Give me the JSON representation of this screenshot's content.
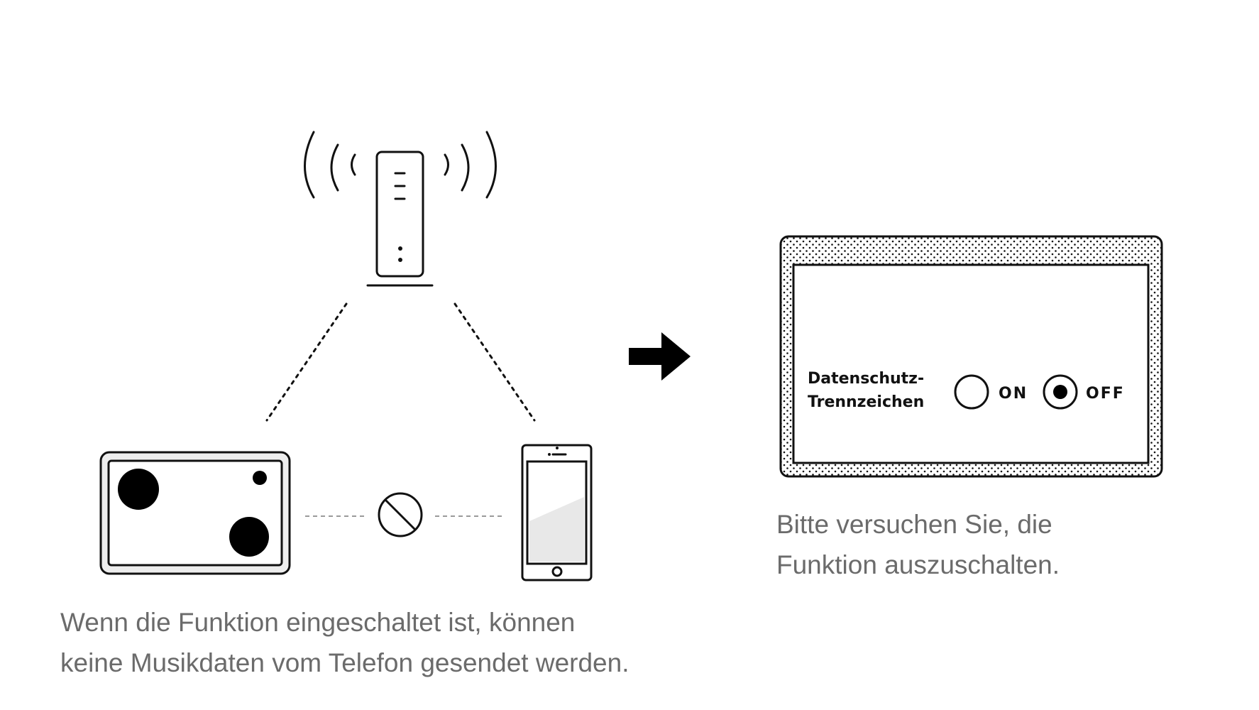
{
  "caption_left": {
    "line1": "Wenn die Funktion eingeschaltet ist, können",
    "line2": "keine Musikdaten vom Telefon gesendet werden."
  },
  "caption_right": {
    "line1": "Bitte versuchen Sie, die",
    "line2": "Funktion auszuschalten."
  },
  "settings_panel": {
    "label_line1": "Datenschutz-",
    "label_line2": "Trennzeichen",
    "option_on": "ON",
    "option_off": "OFF",
    "selected": "OFF"
  },
  "icons": {
    "router": "wifi-router-icon",
    "speaker": "speaker-icon",
    "phone": "smartphone-icon",
    "blocked": "prohibited-icon",
    "arrow": "arrow-right-icon"
  },
  "colors": {
    "line": "#111111",
    "caption_text": "#6b6b6b",
    "phone_glare": "#e8e8e8",
    "speaker_body": "#ededed",
    "dash_gray": "#9a9a9a"
  }
}
